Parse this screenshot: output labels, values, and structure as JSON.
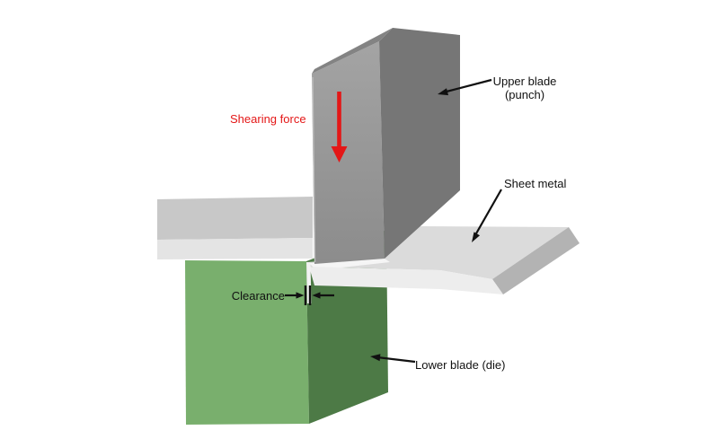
{
  "diagram": {
    "title_implicit": "Sheet metal shearing operation",
    "labels": {
      "shearing_force": "Shearing force",
      "upper_blade_line1": "Upper blade",
      "upper_blade_line2": "(punch)",
      "sheet_metal": "Sheet metal",
      "clearance": "Clearance",
      "lower_blade": "Lower blade (die)"
    },
    "parts": [
      "upper-blade-punch",
      "sheet-metal-left-piece",
      "sheet-metal-right-piece",
      "lower-blade-die",
      "clearance-gap",
      "shearing-force-arrow"
    ]
  },
  "colors": {
    "background": "#ffffff",
    "force_red": "#e41717",
    "label_text": "#111111",
    "punch_front": "#9a9a9a",
    "punch_side": "#767676",
    "punch_top": "#838383",
    "punch_edge_highlight": "#bcbcbc",
    "sheet_left_top": "#c8c8c8",
    "sheet_left_front": "#e4e4e4",
    "sheet_right_top": "#dbdbdb",
    "sheet_right_end": "#b3b3b3",
    "sheet_right_front": "#ededed",
    "shear_highlight": "#f5f5f5",
    "gap_sliver": "#f2f2f2",
    "die_front": "#79af6d",
    "die_side": "#4d7a46"
  }
}
